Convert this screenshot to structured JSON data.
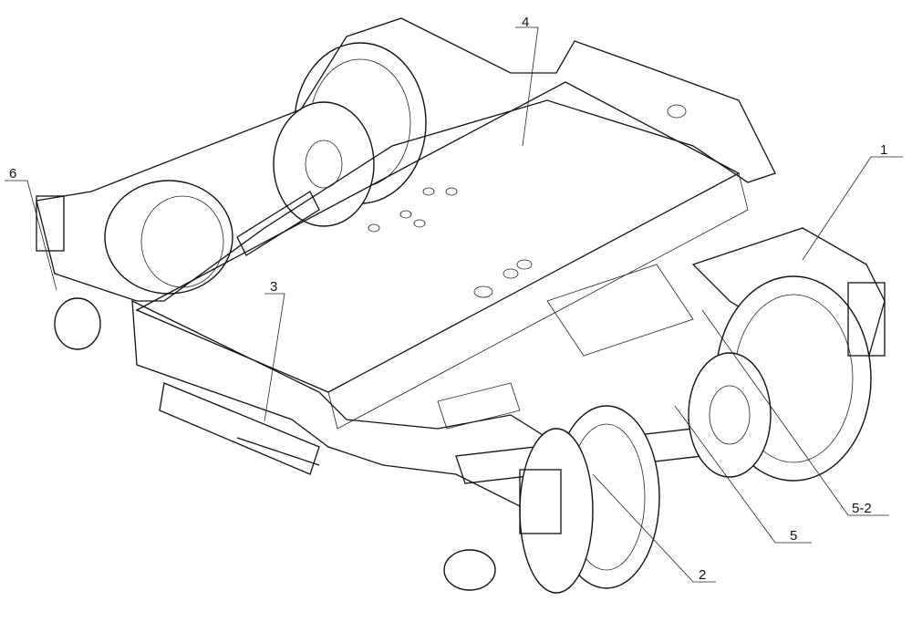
{
  "figure": {
    "labels": {
      "frame": "1",
      "wheelset": "2",
      "part3": "3",
      "bolster": "4",
      "part5": "5",
      "part5_2": "5-2",
      "part6": "6"
    }
  }
}
